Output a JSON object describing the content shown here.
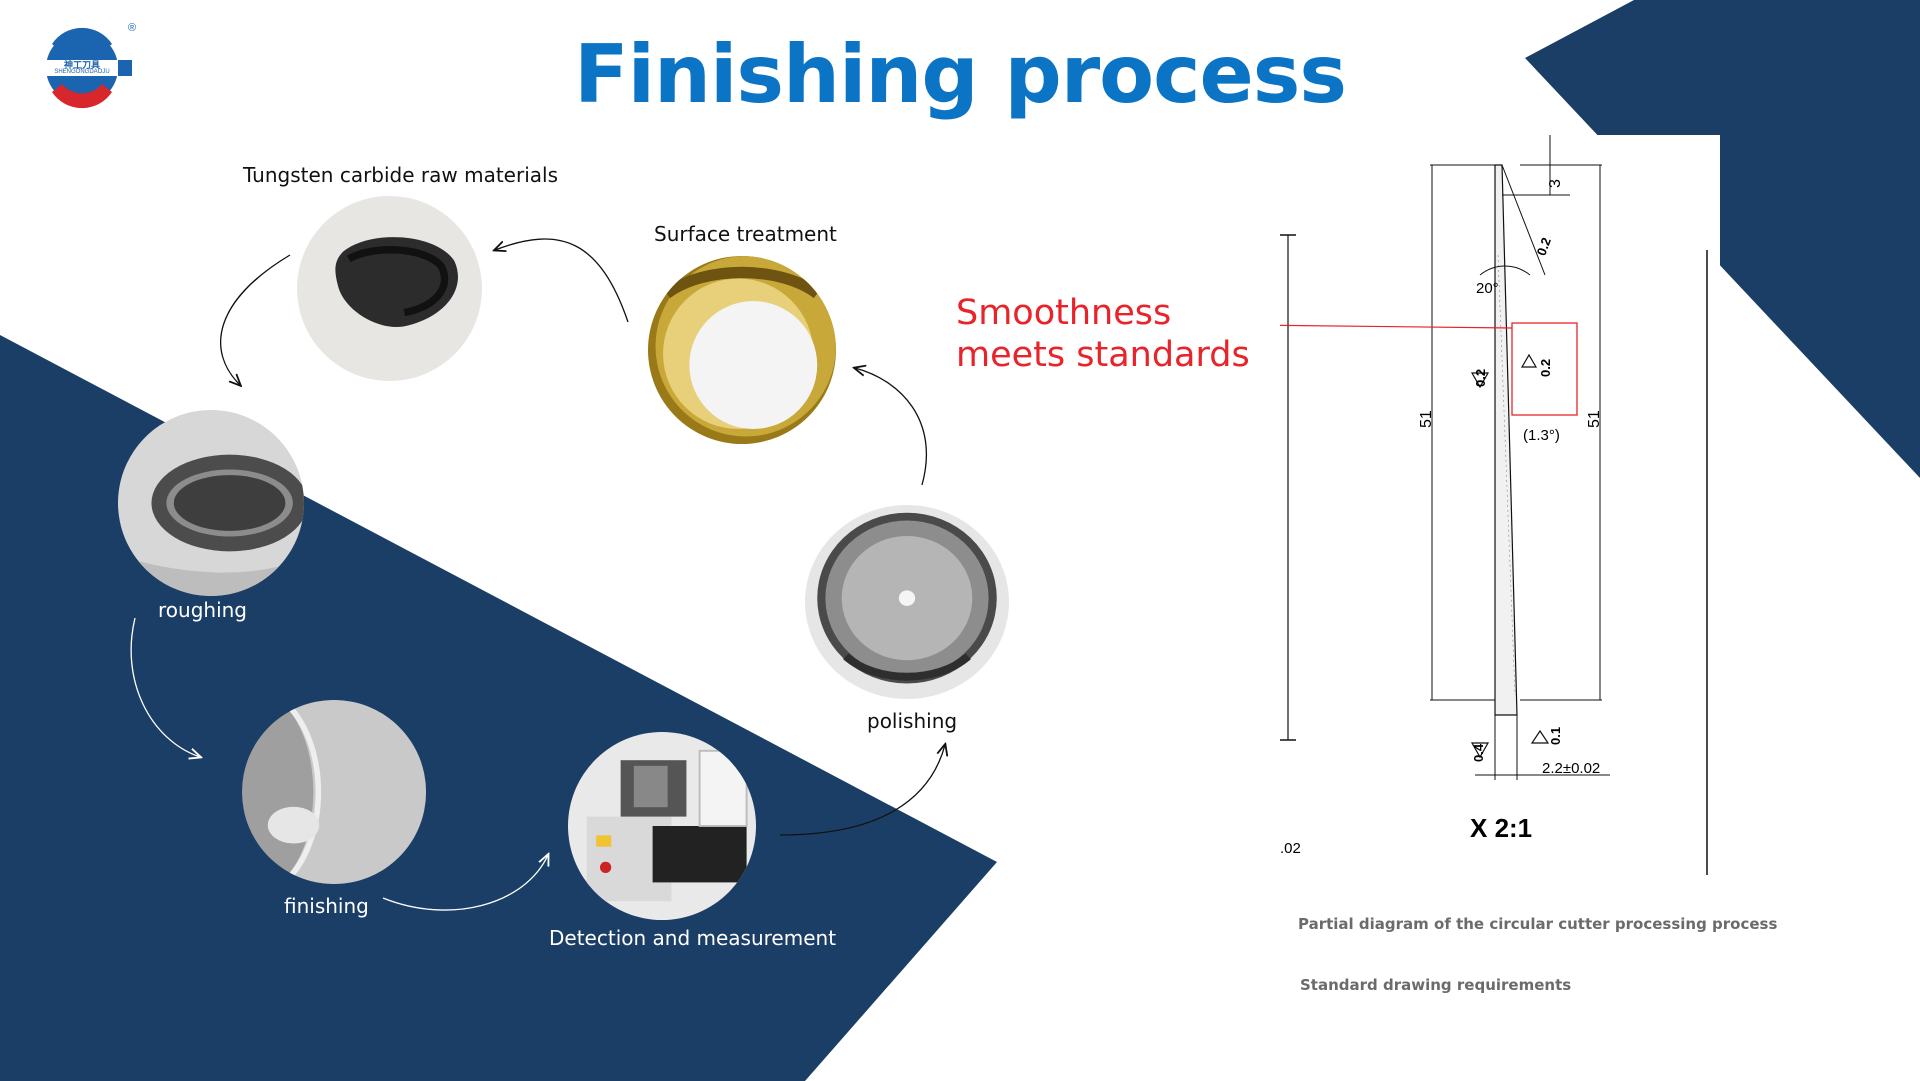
{
  "title": "Finishing process",
  "logo": {
    "name": "神工刀具",
    "latin": "SHENGONGDAOJU",
    "registered": "®"
  },
  "steps": {
    "raw_materials": "Tungsten carbide raw materials",
    "surface_treatment": "Surface treatment",
    "roughing": "roughing",
    "finishing": "finishing",
    "detection": "Detection and measurement",
    "polishing": "polishing"
  },
  "callout": {
    "line1": "Smoothness",
    "line2": "meets standards"
  },
  "drawing": {
    "dims": [
      "3",
      "0.2",
      "20°",
      "0.2",
      "0.2",
      "51",
      "51",
      "(1.3°)",
      "0.4",
      "0.1",
      "2.2±0.02",
      "X 2:1",
      ".02"
    ]
  },
  "captions": {
    "partial": "Partial diagram of the circular cutter processing process",
    "standard": "Standard drawing requirements"
  },
  "colors": {
    "navy": "#1b3e66",
    "title_blue": "#0b74c4",
    "red": "#e8232a"
  }
}
